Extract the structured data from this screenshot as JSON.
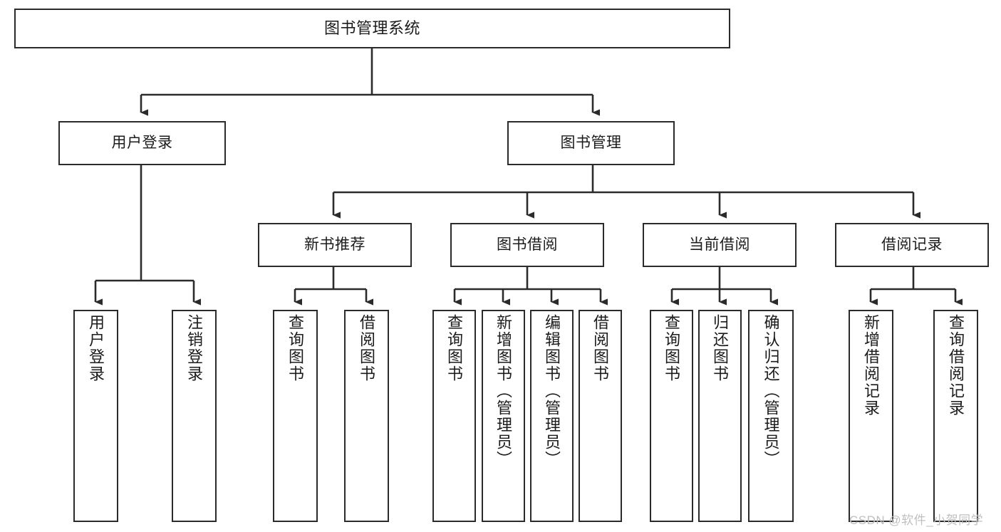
{
  "diagram": {
    "title": "图书管理系统",
    "type": "hierarchy-tree",
    "orientation": "top-down",
    "colors": {
      "node_border": "#2b2b2b",
      "node_fill": "#ffffff",
      "connector": "#2b2b2b",
      "text": "#1b1b1b",
      "watermark": "#bfbfbf",
      "background": "#ffffff"
    },
    "levels": {
      "root": {
        "label": "图书管理系统"
      },
      "level2": [
        {
          "label": "用户登录"
        },
        {
          "label": "图书管理"
        }
      ],
      "level3": [
        {
          "label": "新书推荐"
        },
        {
          "label": "图书借阅"
        },
        {
          "label": "当前借阅"
        },
        {
          "label": "借阅记录"
        }
      ],
      "leaves": {
        "user_login": [
          {
            "label": "用户登录"
          },
          {
            "label": "注销登录"
          }
        ],
        "new_book_recommend": [
          {
            "label": "查询图书"
          },
          {
            "label": "借阅图书"
          }
        ],
        "book_borrow": [
          {
            "label": "查询图书"
          },
          {
            "label": "新增图书（管理员）"
          },
          {
            "label": "编辑图书（管理员）"
          },
          {
            "label": "借阅图书"
          }
        ],
        "current_borrow": [
          {
            "label": "查询图书"
          },
          {
            "label": "归还图书"
          },
          {
            "label": "确认归还（管理员）"
          }
        ],
        "borrow_record": [
          {
            "label": "新增借阅记录"
          },
          {
            "label": "查询借阅记录"
          }
        ]
      }
    }
  },
  "watermark": {
    "text": "CSDN @软件_小贺同学"
  }
}
